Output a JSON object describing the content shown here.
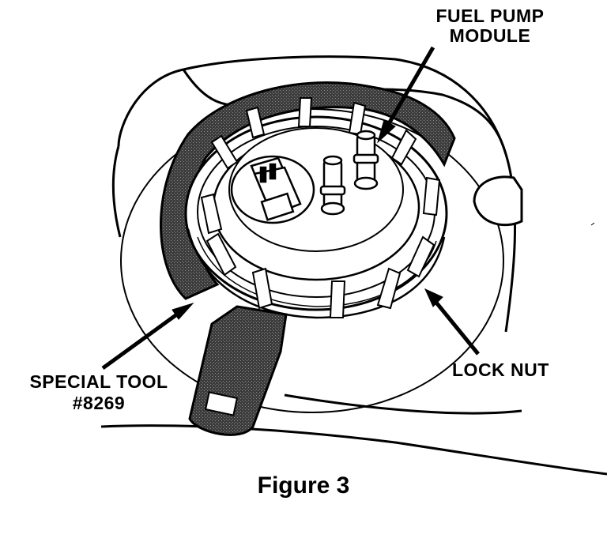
{
  "labels": {
    "fuel_pump_module": [
      "FUEL PUMP",
      "MODULE"
    ],
    "special_tool": [
      "SPECIAL TOOL",
      "#8269"
    ],
    "lock_nut": "LOCK NUT"
  },
  "caption": "Figure 3",
  "colors": {
    "ink": "#000000",
    "paper": "#ffffff",
    "tool_fill": "#4a4a4a"
  }
}
